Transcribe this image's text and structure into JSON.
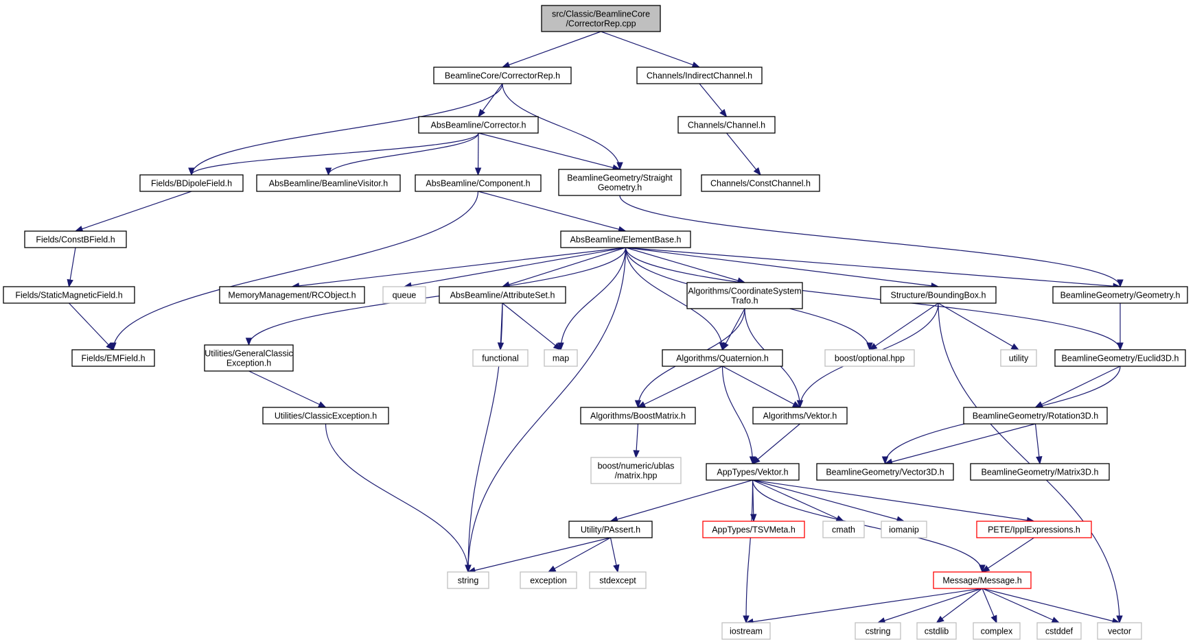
{
  "colors": {
    "edge": "#191970",
    "root_fill": "#bfbfbf",
    "node_border": "#000000",
    "external_border": "#bfbfbf",
    "truncated_border": "#ff0000",
    "external_text": "#404040"
  },
  "nodes": [
    {
      "id": "root",
      "lines": [
        "src/Classic/BeamlineCore",
        "/CorrectorRep.cpp"
      ],
      "kind": "root"
    },
    {
      "id": "correctorrep_h",
      "lines": [
        "BeamlineCore/CorrectorRep.h"
      ],
      "kind": "normal"
    },
    {
      "id": "indirectchannel",
      "lines": [
        "Channels/IndirectChannel.h"
      ],
      "kind": "normal"
    },
    {
      "id": "corrector",
      "lines": [
        "AbsBeamline/Corrector.h"
      ],
      "kind": "normal"
    },
    {
      "id": "channel",
      "lines": [
        "Channels/Channel.h"
      ],
      "kind": "normal"
    },
    {
      "id": "bdipolefield",
      "lines": [
        "Fields/BDipoleField.h"
      ],
      "kind": "normal"
    },
    {
      "id": "beamlinevisitor",
      "lines": [
        "AbsBeamline/BeamlineVisitor.h"
      ],
      "kind": "normal"
    },
    {
      "id": "component",
      "lines": [
        "AbsBeamline/Component.h"
      ],
      "kind": "normal"
    },
    {
      "id": "straightgeometry",
      "lines": [
        "BeamlineGeometry/Straight",
        "Geometry.h"
      ],
      "kind": "normal"
    },
    {
      "id": "constchannel",
      "lines": [
        "Channels/ConstChannel.h"
      ],
      "kind": "normal"
    },
    {
      "id": "constbfield",
      "lines": [
        "Fields/ConstBField.h"
      ],
      "kind": "normal"
    },
    {
      "id": "elementbase",
      "lines": [
        "AbsBeamline/ElementBase.h"
      ],
      "kind": "normal"
    },
    {
      "id": "staticmagneticfield",
      "lines": [
        "Fields/StaticMagneticField.h"
      ],
      "kind": "normal"
    },
    {
      "id": "rcobject",
      "lines": [
        "MemoryManagement/RCObject.h"
      ],
      "kind": "normal"
    },
    {
      "id": "queue",
      "lines": [
        "queue"
      ],
      "kind": "external"
    },
    {
      "id": "attributeset",
      "lines": [
        "AbsBeamline/AttributeSet.h"
      ],
      "kind": "normal"
    },
    {
      "id": "coordinatesystemtrafo",
      "lines": [
        "Algorithms/CoordinateSystem",
        "Trafo.h"
      ],
      "kind": "normal"
    },
    {
      "id": "boundingbox",
      "lines": [
        "Structure/BoundingBox.h"
      ],
      "kind": "normal"
    },
    {
      "id": "geometry",
      "lines": [
        "BeamlineGeometry/Geometry.h"
      ],
      "kind": "normal"
    },
    {
      "id": "emfield",
      "lines": [
        "Fields/EMField.h"
      ],
      "kind": "normal"
    },
    {
      "id": "generalclassicexception",
      "lines": [
        "Utilities/GeneralClassic",
        "Exception.h"
      ],
      "kind": "normal"
    },
    {
      "id": "functional",
      "lines": [
        "functional"
      ],
      "kind": "external"
    },
    {
      "id": "map",
      "lines": [
        "map"
      ],
      "kind": "external"
    },
    {
      "id": "quaternion",
      "lines": [
        "Algorithms/Quaternion.h"
      ],
      "kind": "normal"
    },
    {
      "id": "boostoptional",
      "lines": [
        "boost/optional.hpp"
      ],
      "kind": "external"
    },
    {
      "id": "utility",
      "lines": [
        "utility"
      ],
      "kind": "external"
    },
    {
      "id": "euclid3d",
      "lines": [
        "BeamlineGeometry/Euclid3D.h"
      ],
      "kind": "normal"
    },
    {
      "id": "classicexception",
      "lines": [
        "Utilities/ClassicException.h"
      ],
      "kind": "normal"
    },
    {
      "id": "boostmatrix",
      "lines": [
        "Algorithms/BoostMatrix.h"
      ],
      "kind": "normal"
    },
    {
      "id": "algvektor",
      "lines": [
        "Algorithms/Vektor.h"
      ],
      "kind": "normal"
    },
    {
      "id": "rotation3d",
      "lines": [
        "BeamlineGeometry/Rotation3D.h"
      ],
      "kind": "normal"
    },
    {
      "id": "ublasmatrix",
      "lines": [
        "boost/numeric/ublas",
        "/matrix.hpp"
      ],
      "kind": "external"
    },
    {
      "id": "apptypesvektor",
      "lines": [
        "AppTypes/Vektor.h"
      ],
      "kind": "normal"
    },
    {
      "id": "vector3d",
      "lines": [
        "BeamlineGeometry/Vector3D.h"
      ],
      "kind": "normal"
    },
    {
      "id": "matrix3d",
      "lines": [
        "BeamlineGeometry/Matrix3D.h"
      ],
      "kind": "normal"
    },
    {
      "id": "passert",
      "lines": [
        "Utility/PAssert.h"
      ],
      "kind": "normal"
    },
    {
      "id": "tsvmeta",
      "lines": [
        "AppTypes/TSVMeta.h"
      ],
      "kind": "truncated"
    },
    {
      "id": "cmath",
      "lines": [
        "cmath"
      ],
      "kind": "external"
    },
    {
      "id": "iomanip",
      "lines": [
        "iomanip"
      ],
      "kind": "external"
    },
    {
      "id": "ipplexpressions",
      "lines": [
        "PETE/IpplExpressions.h"
      ],
      "kind": "truncated"
    },
    {
      "id": "string",
      "lines": [
        "string"
      ],
      "kind": "external"
    },
    {
      "id": "exception",
      "lines": [
        "exception"
      ],
      "kind": "external"
    },
    {
      "id": "stdexcept",
      "lines": [
        "stdexcept"
      ],
      "kind": "external"
    },
    {
      "id": "message",
      "lines": [
        "Message/Message.h"
      ],
      "kind": "truncated"
    },
    {
      "id": "iostream",
      "lines": [
        "iostream"
      ],
      "kind": "external"
    },
    {
      "id": "cstring",
      "lines": [
        "cstring"
      ],
      "kind": "external"
    },
    {
      "id": "cstdlib",
      "lines": [
        "cstdlib"
      ],
      "kind": "external"
    },
    {
      "id": "complex",
      "lines": [
        "complex"
      ],
      "kind": "external"
    },
    {
      "id": "cstddef",
      "lines": [
        "cstddef"
      ],
      "kind": "external"
    },
    {
      "id": "vector",
      "lines": [
        "vector"
      ],
      "kind": "external"
    }
  ],
  "edges": [
    [
      "root",
      "correctorrep_h"
    ],
    [
      "root",
      "indirectchannel"
    ],
    [
      "correctorrep_h",
      "corrector"
    ],
    [
      "correctorrep_h",
      "bdipolefield"
    ],
    [
      "correctorrep_h",
      "straightgeometry"
    ],
    [
      "indirectchannel",
      "channel"
    ],
    [
      "channel",
      "constchannel"
    ],
    [
      "corrector",
      "bdipolefield"
    ],
    [
      "corrector",
      "beamlinevisitor"
    ],
    [
      "corrector",
      "component"
    ],
    [
      "corrector",
      "straightgeometry"
    ],
    [
      "bdipolefield",
      "constbfield"
    ],
    [
      "constbfield",
      "staticmagneticfield"
    ],
    [
      "staticmagneticfield",
      "emfield"
    ],
    [
      "component",
      "emfield"
    ],
    [
      "component",
      "elementbase"
    ],
    [
      "straightgeometry",
      "geometry"
    ],
    [
      "elementbase",
      "generalclassicexception"
    ],
    [
      "elementbase",
      "rcobject"
    ],
    [
      "elementbase",
      "queue"
    ],
    [
      "elementbase",
      "attributeset"
    ],
    [
      "elementbase",
      "map"
    ],
    [
      "elementbase",
      "string"
    ],
    [
      "elementbase",
      "quaternion"
    ],
    [
      "elementbase",
      "coordinatesystemtrafo"
    ],
    [
      "elementbase",
      "boostoptional"
    ],
    [
      "elementbase",
      "boundingbox"
    ],
    [
      "elementbase",
      "geometry"
    ],
    [
      "elementbase",
      "euclid3d"
    ],
    [
      "attributeset",
      "functional"
    ],
    [
      "attributeset",
      "map"
    ],
    [
      "attributeset",
      "string"
    ],
    [
      "coordinatesystemtrafo",
      "quaternion"
    ],
    [
      "coordinatesystemtrafo",
      "boostmatrix"
    ],
    [
      "coordinatesystemtrafo",
      "algvektor"
    ],
    [
      "boundingbox",
      "boostoptional"
    ],
    [
      "boundingbox",
      "utility"
    ],
    [
      "boundingbox",
      "algvektor"
    ],
    [
      "boundingbox",
      "vector"
    ],
    [
      "geometry",
      "euclid3d"
    ],
    [
      "generalclassicexception",
      "classicexception"
    ],
    [
      "classicexception",
      "string"
    ],
    [
      "quaternion",
      "boostmatrix"
    ],
    [
      "quaternion",
      "algvektor"
    ],
    [
      "quaternion",
      "apptypesvektor"
    ],
    [
      "euclid3d",
      "rotation3d"
    ],
    [
      "euclid3d",
      "vector3d"
    ],
    [
      "boostmatrix",
      "ublasmatrix"
    ],
    [
      "algvektor",
      "apptypesvektor"
    ],
    [
      "rotation3d",
      "vector3d"
    ],
    [
      "rotation3d",
      "matrix3d"
    ],
    [
      "apptypesvektor",
      "passert"
    ],
    [
      "apptypesvektor",
      "tsvmeta"
    ],
    [
      "apptypesvektor",
      "cmath"
    ],
    [
      "apptypesvektor",
      "iomanip"
    ],
    [
      "apptypesvektor",
      "ipplexpressions"
    ],
    [
      "apptypesvektor",
      "message"
    ],
    [
      "apptypesvektor",
      "iostream"
    ],
    [
      "passert",
      "string"
    ],
    [
      "passert",
      "exception"
    ],
    [
      "passert",
      "stdexcept"
    ],
    [
      "ipplexpressions",
      "message"
    ],
    [
      "message",
      "iostream"
    ],
    [
      "message",
      "cstring"
    ],
    [
      "message",
      "cstdlib"
    ],
    [
      "message",
      "complex"
    ],
    [
      "message",
      "cstddef"
    ],
    [
      "message",
      "vector"
    ]
  ]
}
